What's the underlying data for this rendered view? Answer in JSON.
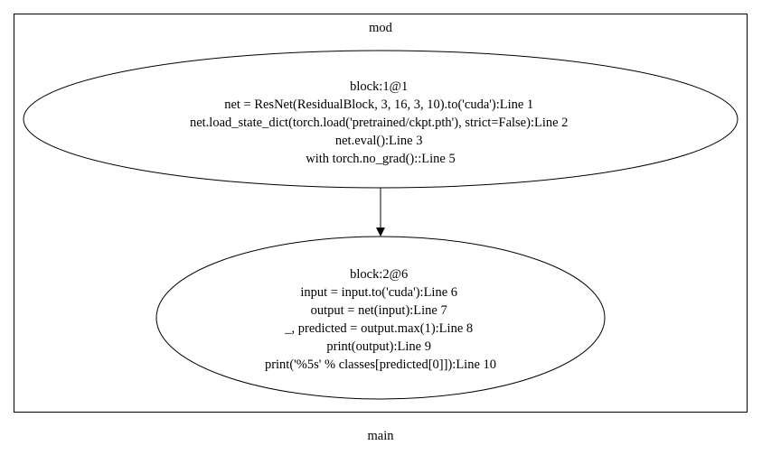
{
  "graph": {
    "cluster_label": "mod",
    "graph_label": "main",
    "nodes": [
      {
        "id": "block1",
        "lines": [
          "block:1@1",
          "net = ResNet(ResidualBlock, 3, 16, 3, 10).to('cuda'):Line 1",
          "net.load_state_dict(torch.load('pretrained/ckpt.pth'), strict=False):Line 2",
          "net.eval():Line 3",
          "with torch.no_grad()::Line 5"
        ]
      },
      {
        "id": "block2",
        "lines": [
          "block:2@6",
          "input = input.to('cuda'):Line 6",
          "output = net(input):Line 7",
          "_, predicted = output.max(1):Line 8",
          "print(output):Line 9",
          "print('%5s' % classes[predicted[0]]):Line 10"
        ]
      }
    ],
    "edges": [
      {
        "from": "block1",
        "to": "block2"
      }
    ]
  }
}
